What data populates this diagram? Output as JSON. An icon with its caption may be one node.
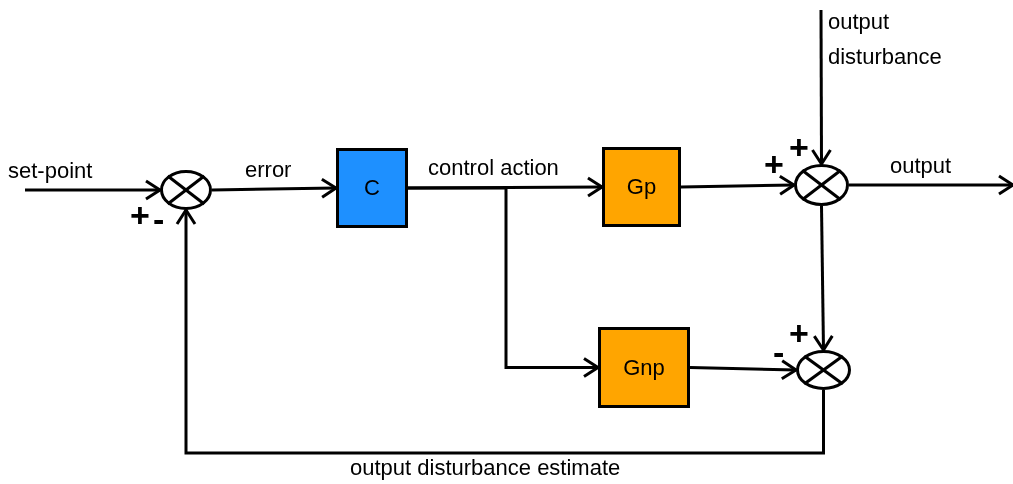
{
  "diagram": {
    "nodes": [
      {
        "text": [],
        "shape": "circle"
      },
      {
        "text": [
          "C"
        ]
      },
      {
        "text": [
          "Gp"
        ]
      },
      {
        "text": [
          "Gnp"
        ]
      },
      {
        "text": [],
        "shape": "circle"
      },
      {
        "text": [],
        "shape": "circle"
      }
    ],
    "edges": [
      {
        "from": null,
        "to": 0,
        "arrow": "to",
        "label": "set-point"
      },
      {
        "from": 0,
        "to": 1,
        "arrow": "to",
        "label": "error"
      },
      {
        "from": 1,
        "to": 2,
        "arrow": "to",
        "label": "control action"
      },
      {
        "from": 1,
        "to": 3,
        "arrow": "to"
      },
      {
        "from": 2,
        "to": 4,
        "arrow": "to"
      },
      {
        "from": null,
        "to": 4,
        "arrow": "to",
        "label": "output disturbance"
      },
      {
        "from": 4,
        "to": null,
        "arrow": "to",
        "label": "output"
      },
      {
        "from": 4,
        "to": 5,
        "arrow": "to"
      },
      {
        "from": 3,
        "to": 5,
        "arrow": "to"
      },
      {
        "from": 5,
        "to": 0,
        "arrow": "to",
        "label": "output disturbance estimate"
      }
    ],
    "labels": [
      "+",
      "+",
      "+",
      "-",
      "+",
      "-"
    ]
  }
}
